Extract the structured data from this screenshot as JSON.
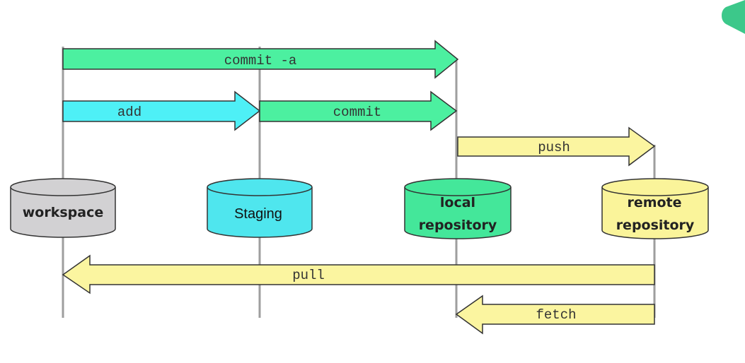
{
  "diagram": {
    "stores": {
      "workspace": {
        "label": "workspace",
        "color": "#d2d1d3"
      },
      "staging": {
        "label": "Staging",
        "color": "#4fe6ee"
      },
      "local": {
        "line1": "local",
        "line2": "repository",
        "color": "#44e79a"
      },
      "remote": {
        "line1": "remote",
        "line2": "repository",
        "color": "#faf49a"
      }
    },
    "arrows": {
      "commit_a": {
        "label": "commit -a",
        "color": "#4cf0a0"
      },
      "add": {
        "label": "add",
        "color": "#4ef0f6"
      },
      "commit": {
        "label": "commit",
        "color": "#4cf0a0"
      },
      "push": {
        "label": "push",
        "color": "#fbf5a0"
      },
      "pull": {
        "label": "pull",
        "color": "#fbf5a0"
      },
      "fetch": {
        "label": "fetch",
        "color": "#fbf5a0"
      }
    },
    "line_color": "#9e9e9e",
    "corner_logo_color": "#3cc88a"
  }
}
